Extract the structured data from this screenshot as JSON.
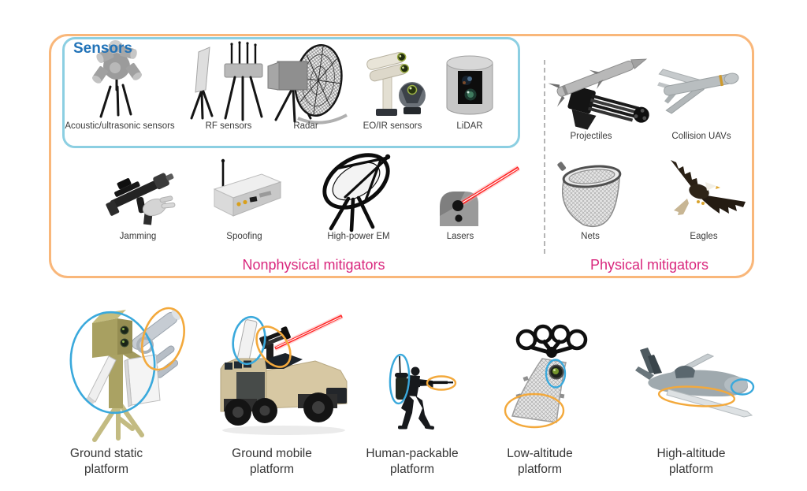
{
  "colors": {
    "outer_border": "#f9b77a",
    "sensors_border": "#8ccfe2",
    "sensors_title_blue": "#2273b8",
    "mitigator_pink": "#d9277d",
    "annotation_blue": "#3aa9dc",
    "annotation_orange": "#f3a93c",
    "laser_red": "#ff2222",
    "label_gray": "#3a3a3a"
  },
  "sensors": {
    "title": "Sensors",
    "items": [
      {
        "label": "Acoustic/ultrasonic sensors",
        "icon": "acoustic-array-icon"
      },
      {
        "label": "RF sensors",
        "icon": "rf-antenna-icon"
      },
      {
        "label": "Radar",
        "icon": "radar-dish-icon"
      },
      {
        "label": "EO/IR sensors",
        "icon": "eo-ir-camera-icon"
      },
      {
        "label": "LiDAR",
        "icon": "lidar-icon"
      }
    ]
  },
  "mitigators": {
    "nonphysical": {
      "label": "Nonphysical mitigators",
      "items": [
        {
          "label": "Jamming",
          "icon": "jammer-gun-icon"
        },
        {
          "label": "Spoofing",
          "icon": "spoofing-transmitter-icon"
        },
        {
          "label": "High-power EM",
          "icon": "em-dish-icon"
        },
        {
          "label": "Lasers",
          "icon": "laser-emitter-icon"
        }
      ]
    },
    "physical": {
      "label": "Physical mitigators",
      "items": [
        {
          "label": "Projectiles",
          "icon": "missile-gun-icon"
        },
        {
          "label": "Collision UAVs",
          "icon": "collision-uav-icon"
        },
        {
          "label": "Nets",
          "icon": "net-icon"
        },
        {
          "label": "Eagles",
          "icon": "eagle-icon"
        }
      ]
    }
  },
  "platforms": [
    {
      "label": "Ground static platform",
      "icon": "ground-static-platform-icon"
    },
    {
      "label": "Ground mobile platform",
      "icon": "ground-mobile-platform-icon"
    },
    {
      "label": "Human-packable platform",
      "icon": "human-packable-platform-icon"
    },
    {
      "label": "Low-altitude platform",
      "icon": "low-altitude-platform-icon"
    },
    {
      "label": "High-altitude platform",
      "icon": "high-altitude-platform-icon"
    }
  ]
}
